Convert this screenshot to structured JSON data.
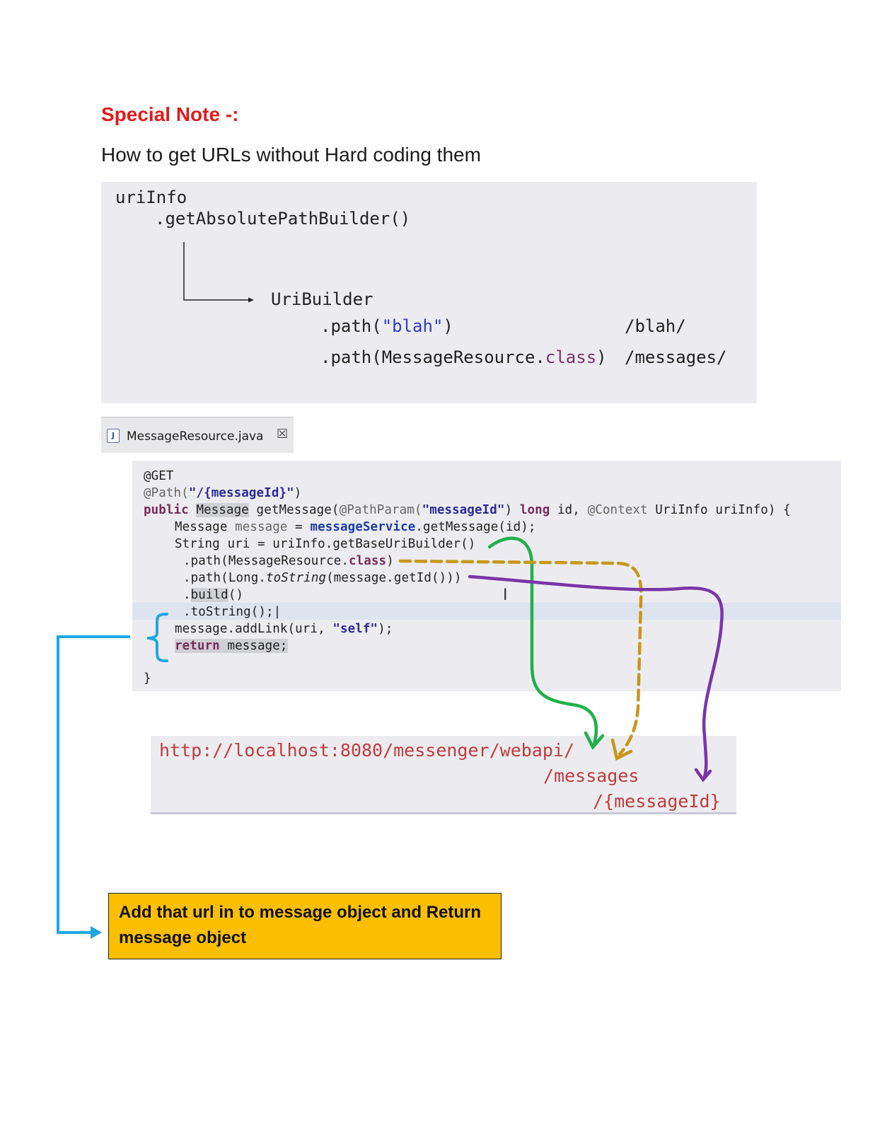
{
  "heading": {
    "title": "Special Note -:",
    "subtitle": "How to get URLs without Hard coding them"
  },
  "slide": {
    "line1": "uriInfo",
    "line2": ".getAbsolutePathBuilder()",
    "builder": "UriBuilder",
    "path_blah_pre": ".path(",
    "path_blah_str": "\"blah\"",
    "path_blah_post": ")",
    "path_blah_result": "/blah/",
    "path_class_pre": ".path(MessageResource.",
    "path_class_kw": "class",
    "path_class_post": ")",
    "path_class_result": "/messages/"
  },
  "editor_tab": {
    "icon": "java-file-icon",
    "label": "MessageResource.java",
    "close_glyph": "☒"
  },
  "code": {
    "l1": "@GET",
    "l2_pre": "@Path(",
    "l2_str": "\"/{messageId}\"",
    "l2_post": ")",
    "l3_kw": "public",
    "l3_type": "Message",
    "l3_a": " getMessage(",
    "l3_ann": "@PathParam(",
    "l3_str": "\"messageId\"",
    "l3_b": ") ",
    "l3_kw2": "long",
    "l3_c": " id, ",
    "l3_ann2": "@Context",
    "l3_d": " UriInfo uriInfo) {",
    "l4_a": "Message ",
    "l4_var": "message",
    "l4_b": " = ",
    "l4_field": "messageService",
    "l4_c": ".getMessage(id);",
    "l5": "String uri = uriInfo.getBaseUriBuilder()",
    "l6_a": ".path(MessageResource.",
    "l6_kw": "class",
    "l6_b": ")",
    "l7_a": ".path(Long.",
    "l7_it": "toString",
    "l7_b": "(message.getId()))",
    "l8_a": ".",
    "l8_sel": "build",
    "l8_b": "()",
    "l9": ".toString();|",
    "l10_a": "message.addLink(uri, ",
    "l10_str": "\"self\"",
    "l10_b": ");",
    "l11_kw": "return",
    "l11_b": " message;",
    "l12": "}"
  },
  "url": {
    "base": "http://localhost:8080/messenger/webapi/",
    "messages": "/messages",
    "message_id": "/{messageId}"
  },
  "callout": {
    "text": "Add that url in to message object and Return message object"
  },
  "colors": {
    "title_red": "#e01b1b",
    "green_arrow": "#1fb04a",
    "gold_arrow": "#c9961a",
    "purple_arrow": "#7a35a8",
    "blue_arrow": "#1ea6e0",
    "callout_bg": "#fbbf00"
  }
}
